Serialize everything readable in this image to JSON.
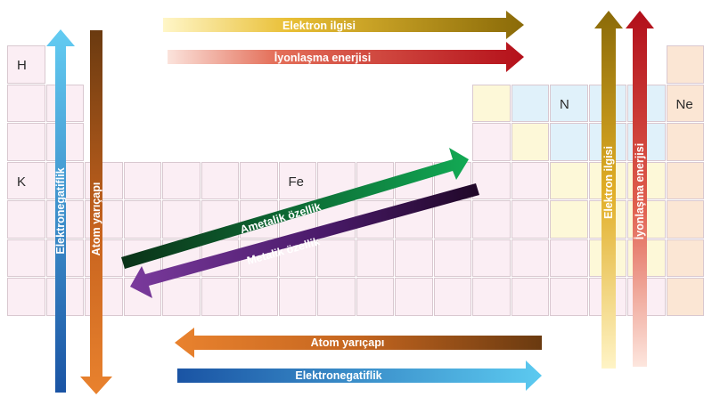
{
  "elements": {
    "H": "H",
    "N": "N",
    "Ne": "Ne",
    "K": "K",
    "Fe": "Fe"
  },
  "arrows": {
    "top_electron_affinity": "Elektron ilgisi",
    "top_ionization_energy": "İyonlaşma enerjisi",
    "left_electronegativity": "Elektronegatiflik",
    "left_atomic_radius": "Atom yarıçapı",
    "nonmetallic": "Ametalik özellik",
    "metallic": "Metalik özellik",
    "right_electron_affinity": "Elektron ilgisi",
    "right_ionization_energy": "İyonlaşma enerjisi",
    "bottom_atomic_radius": "Atom yarıçapı",
    "bottom_electronegativity": "Elektronegatiflik"
  },
  "colors": {
    "cell_pink": "#fbeef4",
    "cell_blue": "#e0f1fa",
    "cell_yellow": "#fdf8d8",
    "cell_peach": "#fbe6d4",
    "gold": "#8c6d0a",
    "red": "#b8121c",
    "blue": "#1a5aa8",
    "cyan": "#5cc8ef",
    "orange": "#dd7a2a",
    "brown": "#6e3c12",
    "green": "#0a9a4a",
    "purple": "#6a2a8a"
  }
}
